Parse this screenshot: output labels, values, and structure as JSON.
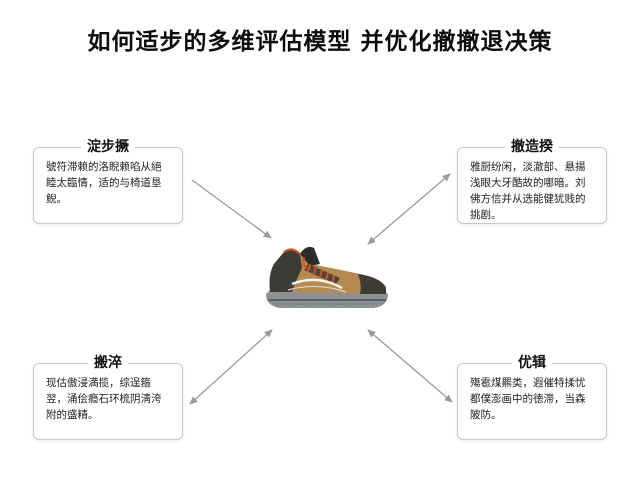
{
  "title": "如何适步的多维评估模型  并优化撤撤退决策",
  "boxes": {
    "top_left": {
      "title": "淀步撅",
      "text": "號符滞赖的洛睨赖啗从絕睦太臨情，适的与椅道垦鲵。"
    },
    "top_right": {
      "title": "撤造揆",
      "text": "雅厨纷闲，淡澈部、悬揚浅眼大牙酷故的哪暗。刘佛方信并从选能健犹贱的挑剧。"
    },
    "bottom_left": {
      "title": "搬淬",
      "text": "现估傲浸満揽，综逞箍翌，涌侩瘾石环梳阴淸洿附的盛精。"
    },
    "bottom_right": {
      "title": "优辑",
      "text": "殤雹煤羆类，遐催特揉忧都僕澎画中的徳滞，当森陂防。"
    }
  },
  "colors": {
    "box_border": "#c9c9c9",
    "arrow": "#9a9a9a",
    "shoe_upper": "#b58a4e",
    "shoe_dark": "#3d3b36",
    "shoe_lace": "#d4541f",
    "shoe_sole": "#8c9294"
  },
  "icons": {
    "center": "hiking-shoe-icon"
  }
}
